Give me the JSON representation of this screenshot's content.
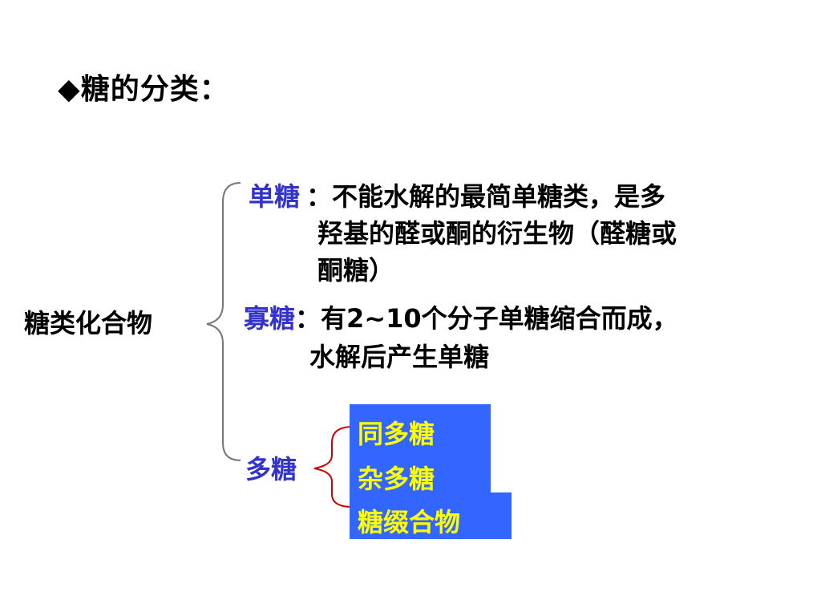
{
  "title": {
    "bullet": "◆",
    "text": "糖的分类："
  },
  "root": "糖类化合物",
  "mono": {
    "term": "单糖",
    "sep": "：",
    "line1": "不能水解的最简单糖类，是多",
    "line2": "羟基的醛或酮的衍生物（醛糖或",
    "line3": "酮糖）"
  },
  "oligo": {
    "term": "寡糖",
    "sep": "：",
    "line1": "有2~10个分子单糖缩合而成，",
    "line2": "水解后产生单糖"
  },
  "poly": {
    "term": "多糖",
    "items": [
      "同多糖",
      "杂多糖",
      "糖缀合物"
    ]
  },
  "colors": {
    "term": "#3333cc",
    "box": "#3366ff",
    "box_text": "#ffff00",
    "bracket_red": "#cc0000"
  }
}
